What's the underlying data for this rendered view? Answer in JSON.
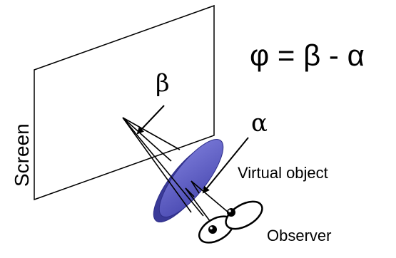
{
  "formula": "φ = β - α",
  "labels": {
    "screen": "Screen",
    "beta": "β",
    "alpha": "α",
    "virtual_object": "Virtual object",
    "observer": "Observer"
  },
  "colors": {
    "object_fill": "#5a5ac0",
    "object_edge": "#2e2e88",
    "line": "#000000"
  }
}
